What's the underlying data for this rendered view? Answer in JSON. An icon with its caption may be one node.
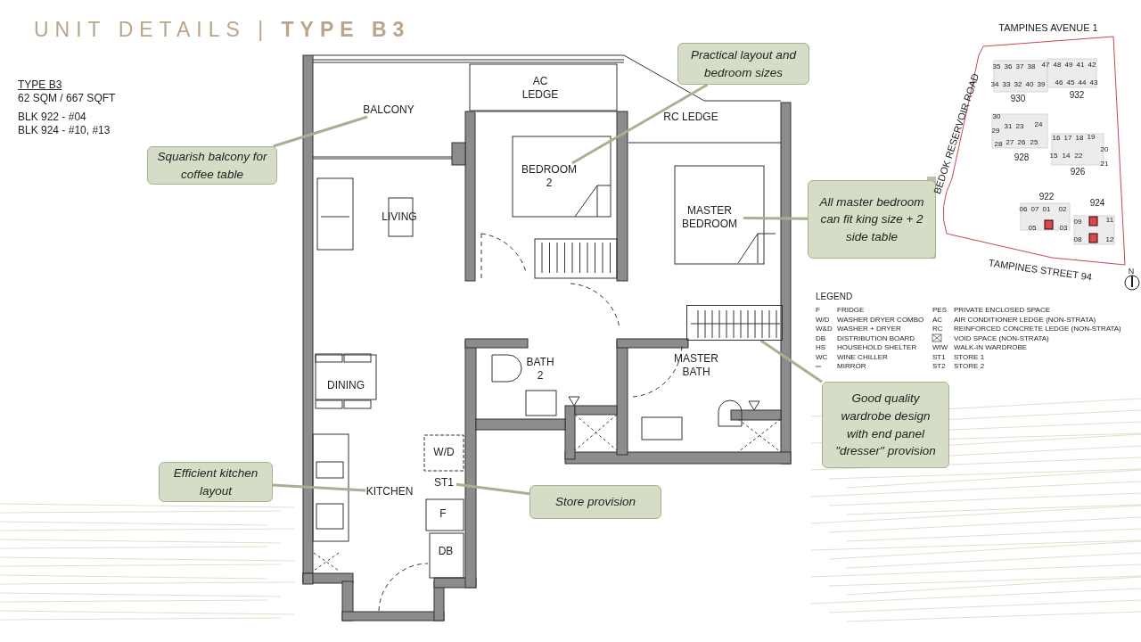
{
  "diagram": {
    "title": "UNIT DETAILS | **TYPE B3**",
    "nodes": [
      {
        "text": [
          "BALCONY"
        ]
      },
      {
        "text": [
          "AC LEDGE"
        ]
      },
      {
        "text": [
          "RC LEDGE"
        ]
      },
      {
        "text": [
          "BEDROOM 2"
        ]
      },
      {
        "text": [
          "LIVING"
        ]
      },
      {
        "text": [
          "MASTER BEDROOM"
        ]
      },
      {
        "text": [
          "DINING"
        ]
      },
      {
        "text": [
          "BATH 2"
        ]
      },
      {
        "text": [
          "MASTER BATH"
        ]
      },
      {
        "text": [
          "KITCHEN"
        ]
      },
      {
        "text": [
          "W/D"
        ]
      },
      {
        "text": [
          "ST1"
        ]
      },
      {
        "text": [
          "F"
        ]
      },
      {
        "text": [
          "DB"
        ]
      },
      {
        "text": [],
        "shape": "box"
      },
      {
        "text": [
          "Practical layout and bedroom sizes"
        ]
      },
      {
        "text": [
          "Squarish balcony for coffee table"
        ]
      },
      {
        "text": [
          "All master bedroom can fit king size + 2 side table"
        ]
      },
      {
        "text": [
          "Good quality wardrobe design with end panel \"dresser\" provision"
        ]
      },
      {
        "text": [
          "Efficient kitchen layout"
        ]
      },
      {
        "text": [
          "Store provision"
        ]
      }
    ],
    "edges": [
      {
        "from": 15,
        "to": 3,
        "arrow": "none"
      },
      {
        "from": 16,
        "to": 0,
        "arrow": "none"
      },
      {
        "from": 17,
        "to": 5,
        "arrow": "none"
      },
      {
        "from": 18,
        "to": 14,
        "arrow": "none"
      },
      {
        "from": 19,
        "to": 9,
        "arrow": "none"
      },
      {
        "from": 20,
        "to": 11,
        "arrow": "none"
      }
    ],
    "labels": [
      "TYPE B3",
      "62 SQM / 667 SQFT",
      "BLK 922 - #04",
      "BLK 924 - #10, #13",
      "TAMPINES AVENUE 1",
      "BEDOK RESERVOIR ROAD",
      "TAMPINES STREET 94",
      "N",
      "35",
      "36",
      "37",
      "38",
      "47",
      "48",
      "49",
      "41",
      "42",
      "34",
      "33",
      "32",
      "40",
      "39",
      "46",
      "45",
      "44",
      "43",
      "930",
      "932",
      "30",
      "31",
      "23",
      "24",
      "29",
      "28",
      "27",
      "26",
      "25",
      "16",
      "17",
      "18",
      "19",
      "20",
      "15",
      "14",
      "22",
      "21",
      "928",
      "926",
      "922",
      "06",
      "07",
      "01",
      "02",
      "05",
      "03",
      "924",
      "09",
      "11",
      "08",
      "12",
      "LEGEND",
      "F",
      "FRIDGE",
      "PES",
      "PRIVATE ENCLOSED SPACE",
      "W/D",
      "WASHER DRYER COMBO",
      "AC",
      "AIR CONDITIONER LEDGE (NON-STRATA)",
      "W&D",
      "WASHER + DRYER",
      "RC",
      "REINFORCED CONCRETE LEDGE (NON-STRATA)",
      "DB",
      "DISTRIBUTION BOARD",
      "VOID SPACE (NON-STRATA)",
      "HS",
      "HOUSEHOLD SHELTER",
      "WIW",
      "WALK-IN WARDROBE",
      "WC",
      "WINE CHILLER",
      "ST1",
      "STORE 1",
      "MIRROR",
      "ST2",
      "STORE 2"
    ]
  }
}
